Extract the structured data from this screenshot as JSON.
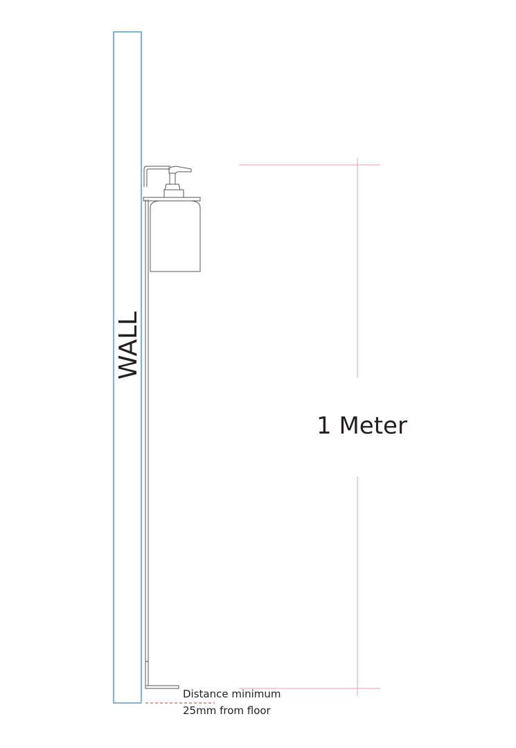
{
  "wall": {
    "label": "WALL",
    "stroke_color": "#5ba3c8"
  },
  "dimension": {
    "label": "1 Meter",
    "line_color": "#e8a0ad"
  },
  "dispenser": {
    "stroke_color": "#555555"
  },
  "note": {
    "line1": "Distance minimum",
    "line2": "25mm from floor",
    "dash_color": "#c0304a"
  }
}
